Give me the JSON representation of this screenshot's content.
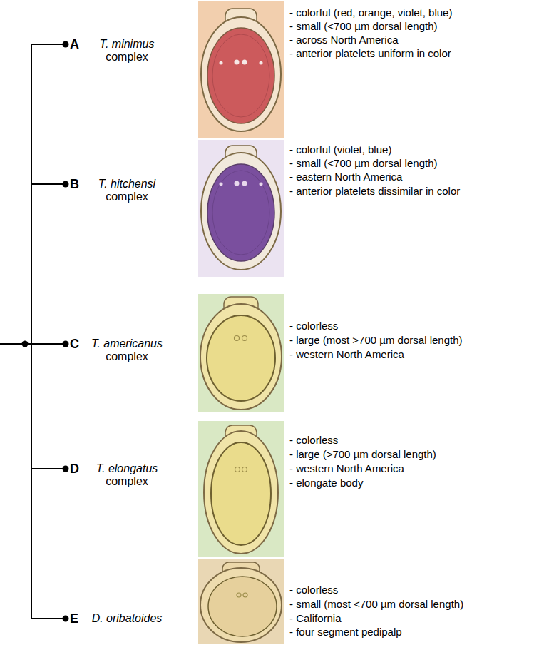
{
  "diagram": {
    "labels": [
      "A",
      "T. minimus",
      "complex",
      "- colorful (red, orange, violet, blue)",
      "- small (<700 µm dorsal length)",
      "- across North America",
      "- anterior platelets uniform in color",
      "B",
      "T. hitchensi",
      "complex",
      "- colorful (violet, blue)",
      "- small (<700 µm dorsal length)",
      "- eastern North America",
      "- anterior platelets dissimilar in color",
      "C",
      "T. americanus",
      "complex",
      "- colorless",
      "- large (most >700 µm dorsal length)",
      "- western North America",
      "D",
      "T. elongatus",
      "complex",
      "- colorless",
      "- large (>700 µm dorsal length)",
      "- western North America",
      "- elongate body",
      "E",
      "D. oribatoides",
      "- colorless",
      "- small (most <700 µm dorsal length)",
      "- California",
      "- four segment pedipalp"
    ]
  }
}
